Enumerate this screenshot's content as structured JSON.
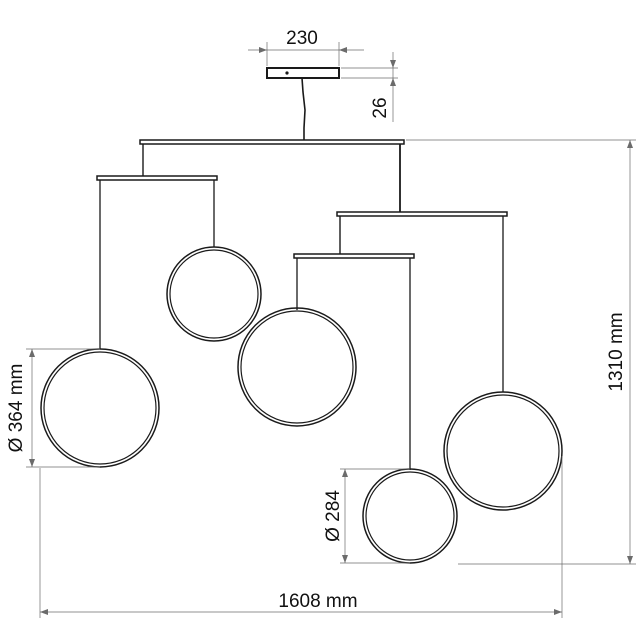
{
  "dimensions": {
    "canopy_width": "230",
    "canopy_height": "26",
    "total_height": "1310 mm",
    "total_width": "1608 mm",
    "large_diameter": "Ø 364 mm",
    "small_diameter": "Ø 284"
  },
  "colors": {
    "ink": "#1a1a1a",
    "dimension_line": "#6b6b6b",
    "background": "#ffffff"
  }
}
